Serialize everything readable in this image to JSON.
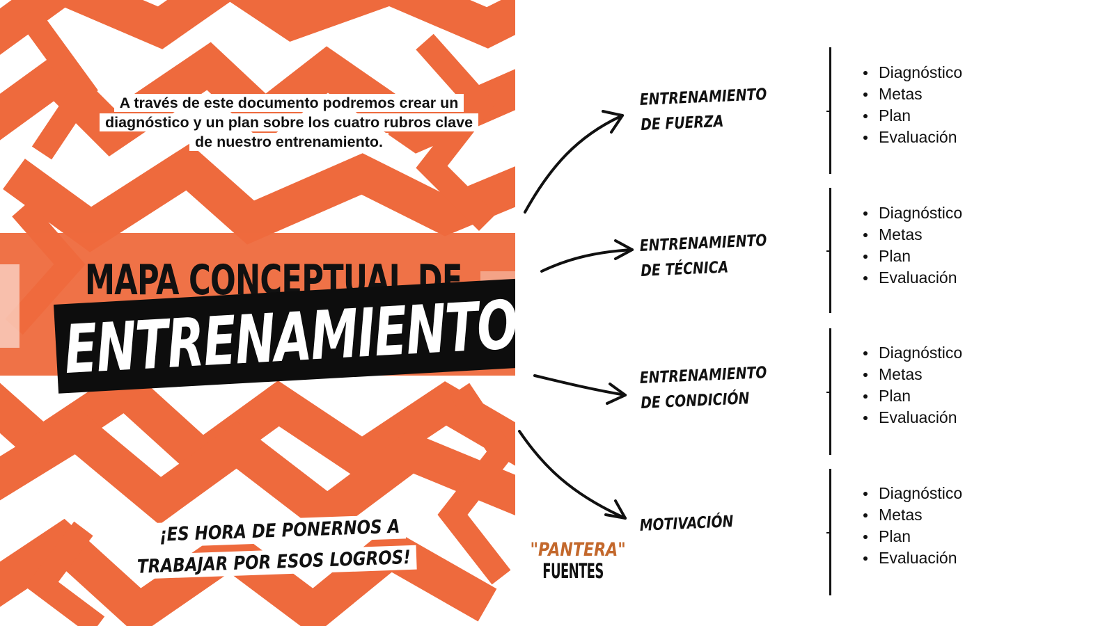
{
  "poster": {
    "intro_lines": [
      "A través de este documento podremos crear un",
      "diagnóstico y un plan sobre los cuatro rubros clave",
      "de nuestro entrenamiento."
    ],
    "title_line1": "MAPA CONCEPTUAL DE",
    "title_line2": "ENTRENAMIENTOS",
    "cta_line1": "¡ES HORA DE PONERNOS A",
    "cta_line2": "TRABAJAR POR ESOS LOGROS!",
    "logo_quote": "\"PANTERA\"",
    "logo_name": "FUENTES",
    "accent_color": "#ee6a3d",
    "logo_accent_color": "#c3682c"
  },
  "diagram": {
    "categories": [
      {
        "line1": "ENTRENAMIENTO",
        "line2": "DE FUERZA",
        "items": [
          "Diagnóstico",
          "Metas",
          "Plan",
          "Evaluación"
        ]
      },
      {
        "line1": "ENTRENAMIENTO",
        "line2": "DE TÉCNICA",
        "items": [
          "Diagnóstico",
          "Metas",
          "Plan",
          "Evaluación"
        ]
      },
      {
        "line1": "ENTRENAMIENTO",
        "line2": "DE CONDICIÓN",
        "items": [
          "Diagnóstico",
          "Metas",
          "Plan",
          "Evaluación"
        ]
      },
      {
        "line1": "MOTIVACIÓN",
        "line2": "",
        "items": [
          "Diagnóstico",
          "Metas",
          "Plan",
          "Evaluación"
        ]
      }
    ]
  }
}
